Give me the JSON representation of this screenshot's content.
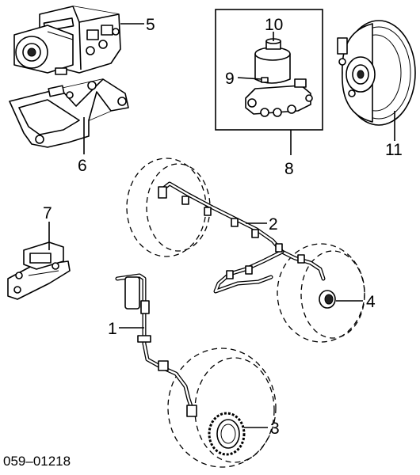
{
  "diagram_code": "059–01218",
  "callouts": [
    "1",
    "2",
    "3",
    "4",
    "5",
    "6",
    "7",
    "8",
    "9",
    "10",
    "11"
  ]
}
